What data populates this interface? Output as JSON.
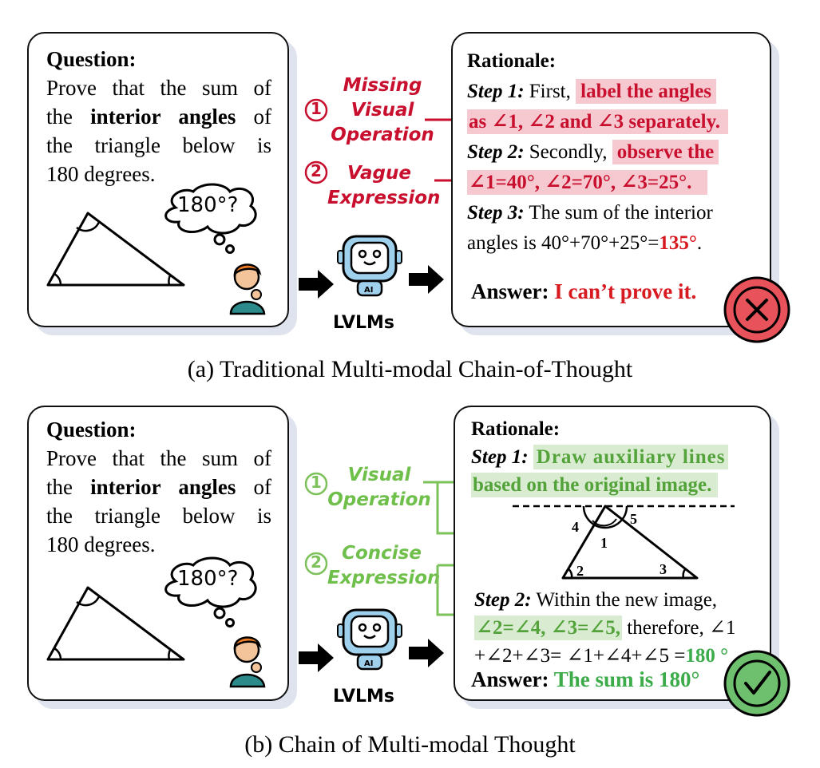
{
  "panel_a": {
    "question_title": "Question:",
    "question_line1": "Prove that the sum of",
    "question_line2_pre": "the ",
    "question_line2_bold": "interior angles",
    "question_line2_post": " of",
    "question_line3": "the triangle below is",
    "question_line4": "180 degrees.",
    "thought": "180°?",
    "model_label": "LVLMs",
    "num1": "1",
    "num2": "2",
    "label1": [
      "Missing",
      "Visual",
      "Operation"
    ],
    "label2": [
      "Vague",
      "Expression"
    ],
    "rationale_title": "Rationale:",
    "step1_label": "Step 1:",
    "step1_text": " First, ",
    "step1_hl1": "label the angles",
    "step1_hl2": "as ∠1, ∠2 and ∠3 separately.",
    "step2_label": "Step 2:",
    "step2_text": " Secondly, ",
    "step2_hl1": "observe the",
    "step2_hl2": "∠1=40°, ∠2=70°, ∠3=25°.",
    "step3_label": "Step 3:",
    "step3_text": " The sum of the interior",
    "step3_line2": "angles is 40°+70°+25°=",
    "step3_value": "135°",
    "step3_end": ".",
    "answer_label": "Answer: ",
    "answer_text": "I can’t prove it.",
    "verdict_icon": "cross-icon",
    "caption": "(a) Traditional Multi-modal Chain-of-Thought",
    "accent": "#c8102e"
  },
  "panel_b": {
    "question_title": "Question:",
    "question_line1": "Prove that the sum of",
    "question_line2_pre": "the ",
    "question_line2_bold": "interior angles",
    "question_line2_post": " of",
    "question_line3": "the triangle below is",
    "question_line4": "180 degrees.",
    "thought": "180°?",
    "model_label": "LVLMs",
    "num1": "1",
    "num2": "2",
    "label1": [
      "Visual",
      "Operation"
    ],
    "label2": [
      "Concise",
      "Expression"
    ],
    "rationale_title": "Rationale:",
    "step1_label": "Step  1:",
    "step1_hl1": "Draw auxiliary lines",
    "step1_hl2": "based on the original image.",
    "angles": [
      "4",
      "1",
      "5",
      "2",
      "3"
    ],
    "step2_label": "Step 2:",
    "step2_text": " Within the new image,",
    "step2_hl": "∠2=∠4, ∠3=∠5,",
    "step2_text2": " therefore, ∠1",
    "step2_line3": "+∠2+∠3= ∠1+∠4+∠5 =",
    "step2_value": "180 °",
    "answer_label": "Answer: ",
    "answer_text": "The sum is 180°",
    "verdict_icon": "check-icon",
    "caption": "(b) Chain of Multi-modal Thought",
    "accent": "#53a33a"
  }
}
